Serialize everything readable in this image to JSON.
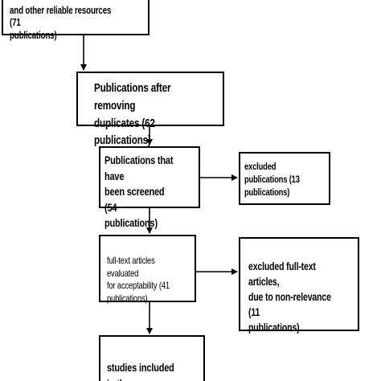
{
  "flowchart": {
    "records": {
      "text": "and other reliable resources (71\npublications)"
    },
    "after_duplicates": {
      "text": "Publications after removing\nduplicates (62 publications)"
    },
    "screened": {
      "text": "Publications that have\nbeen screened (54\npublications)"
    },
    "excluded": {
      "text": "excluded publications (13\npublications)"
    },
    "fulltext_assessed": {
      "text": "full-text articles evaluated\nfor acceptability (41\npublications)"
    },
    "excluded_fulltext": {
      "text": "excluded full-text articles,\ndue to non-relevance (11\npublications)"
    },
    "included": {
      "text": "studies included in the"
    }
  },
  "colors": {
    "stroke": "#000000",
    "background": "#ffffff"
  }
}
